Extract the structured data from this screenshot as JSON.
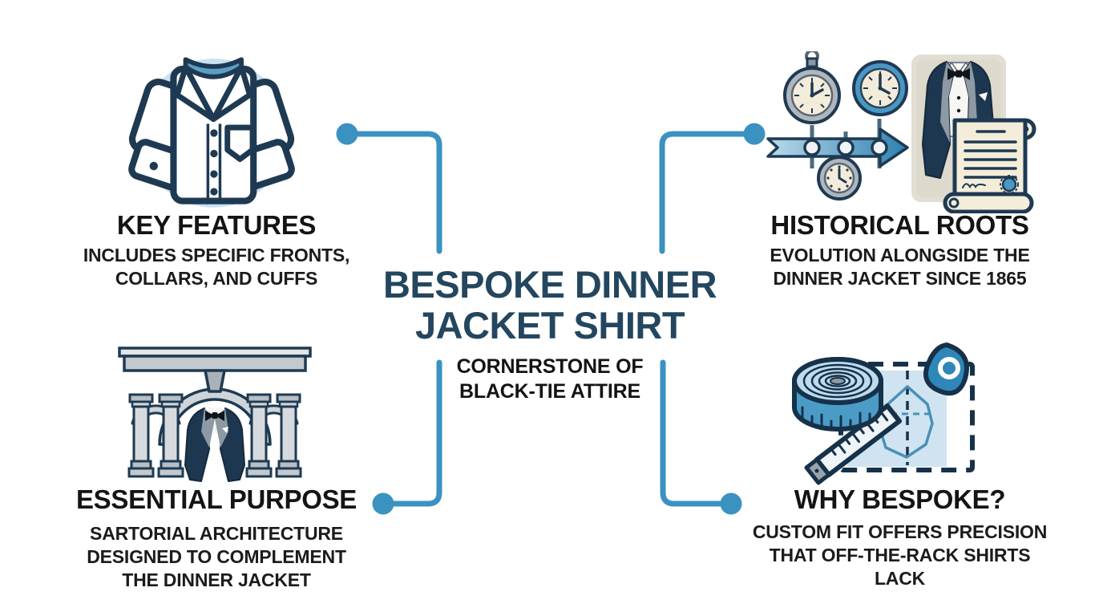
{
  "center": {
    "title_lines": [
      "BESPOKE DINNER",
      "JACKET SHIRT"
    ],
    "subtitle_lines": [
      "CORNERSTONE OF",
      "BLACK-TIE ATTIRE"
    ]
  },
  "nodes": {
    "top_left": {
      "title": "KEY FEATURES",
      "description_lines": [
        "INCLUDES SPECIFIC FRONTS,",
        "COLLARS, AND CUFFS"
      ],
      "icon": "dress-shirt-icon"
    },
    "top_right": {
      "title": "HISTORICAL ROOTS",
      "description_lines": [
        "EVOLUTION ALONGSIDE THE",
        "DINNER JACKET SINCE 1865"
      ],
      "icon": "timeline-clocks-icon / tuxedo-certificate-icon"
    },
    "bottom_left": {
      "title": "ESSENTIAL PURPOSE",
      "description_lines": [
        "SARTORIAL ARCHITECTURE",
        "DESIGNED TO COMPLEMENT",
        "THE DINNER JACKET"
      ],
      "icon": "arch-columns-tuxedo-icon"
    },
    "bottom_right": {
      "title": "WHY BESPOKE?",
      "description_lines": [
        "CUSTOM FIT OFFERS PRECISION",
        "THAT OFF-THE-RACK SHIRTS",
        "LACK"
      ],
      "icon": "measuring-tape-pattern-chalk-icon"
    }
  },
  "colors": {
    "accent_blue": "#3b92c0",
    "title_navy": "#24465f",
    "text_black": "#141414",
    "icon_outline_navy": "#1e3a52",
    "icon_light_blue": "#c9e2f2",
    "parchment": "#f3edda",
    "stone_gray": "#d6dade"
  }
}
